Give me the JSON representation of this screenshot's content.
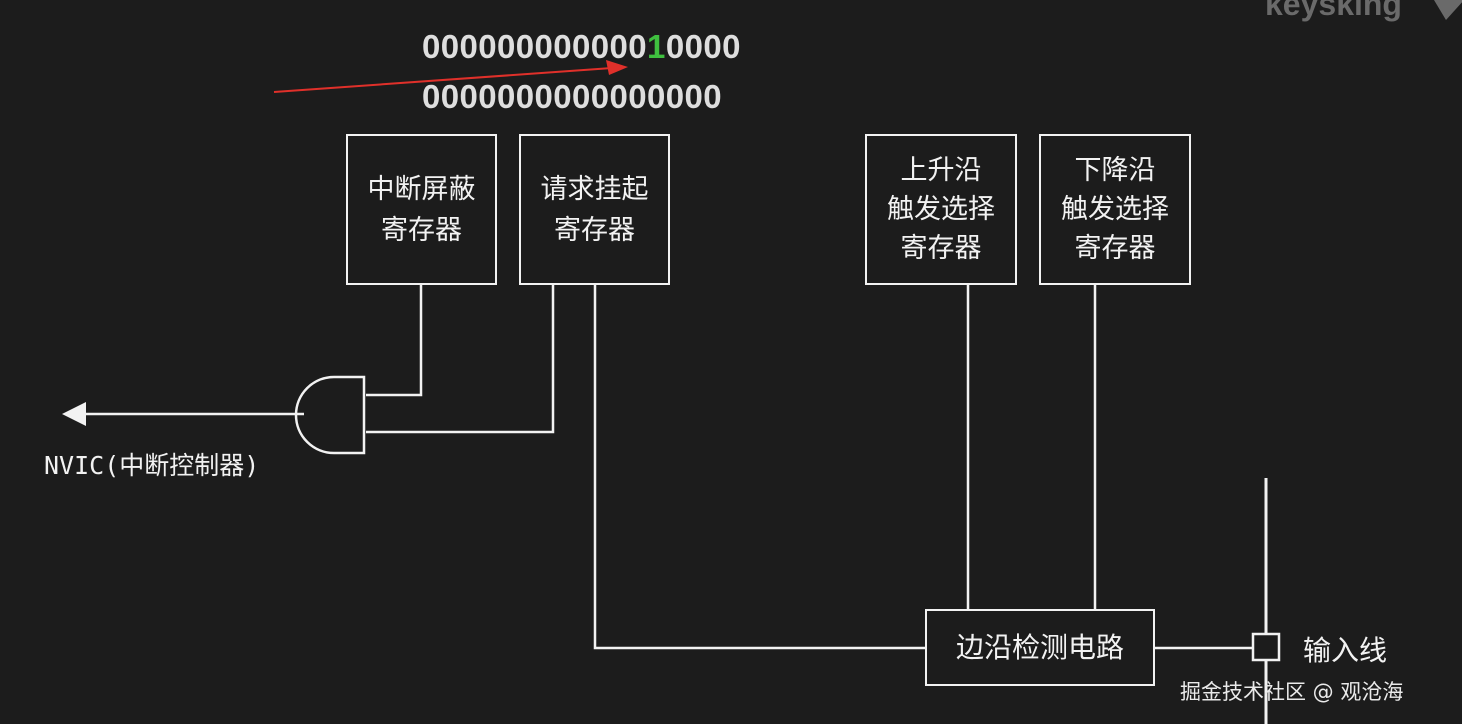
{
  "header": {
    "brand": "keysking"
  },
  "bits": {
    "row1_before": "000000000000",
    "row1_highlight": "1",
    "row1_after": "0000",
    "row2": "0000000000000000",
    "highlight_color": "#3fbf3f"
  },
  "boxes": {
    "mask_register": [
      "中断屏蔽",
      "寄存器"
    ],
    "pending_register": [
      "请求挂起",
      "寄存器"
    ],
    "rising_edge_register": [
      "上升沿",
      "触发选择",
      "寄存器"
    ],
    "falling_edge_register": [
      "下降沿",
      "触发选择",
      "寄存器"
    ],
    "edge_detect": "边沿检测电路"
  },
  "labels": {
    "nvic": "NVIC(中断控制器)",
    "input_line": "输入线"
  },
  "footer": {
    "credit": "掘金技术社区 @ 观沧海"
  },
  "colors": {
    "background": "#1c1c1c",
    "line": "#f2f2f2",
    "arrow_red": "#e0302a"
  }
}
